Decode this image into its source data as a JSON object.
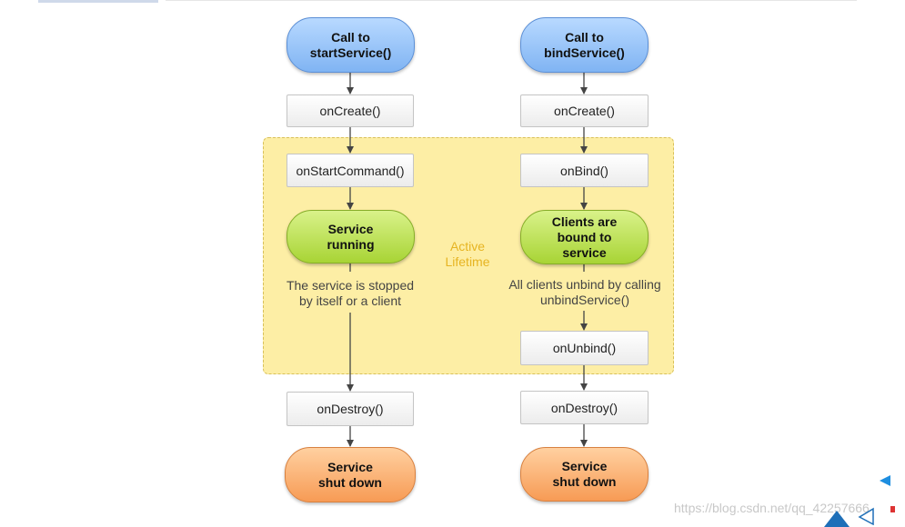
{
  "left_flow": {
    "start": [
      "Call to",
      "startService()"
    ],
    "on_create": "onCreate()",
    "on_start_command": "onStartCommand()",
    "running": [
      "Service",
      "running"
    ],
    "stop_note": [
      "The service is stopped",
      "by itself or a client"
    ],
    "on_destroy": "onDestroy()",
    "shut_down": [
      "Service",
      "shut down"
    ]
  },
  "right_flow": {
    "start": [
      "Call to",
      "bindService()"
    ],
    "on_create": "onCreate()",
    "on_bind": "onBind()",
    "bound": [
      "Clients are",
      "bound to",
      "service"
    ],
    "unbind_note": [
      "All clients unbind by calling",
      "unbindService()"
    ],
    "on_unbind": "onUnbind()",
    "on_destroy": "onDestroy()",
    "shut_down": [
      "Service",
      "shut down"
    ]
  },
  "active_lifetime_label": [
    "Active",
    "Lifetime"
  ],
  "watermark": "https://blog.csdn.net/qq_42257666",
  "colors": {
    "start_pill": "#80b4f3",
    "active_pill": "#a8d435",
    "end_pill": "#f79b55",
    "active_zone": "#fdeea5",
    "active_label": "#e6b422"
  }
}
